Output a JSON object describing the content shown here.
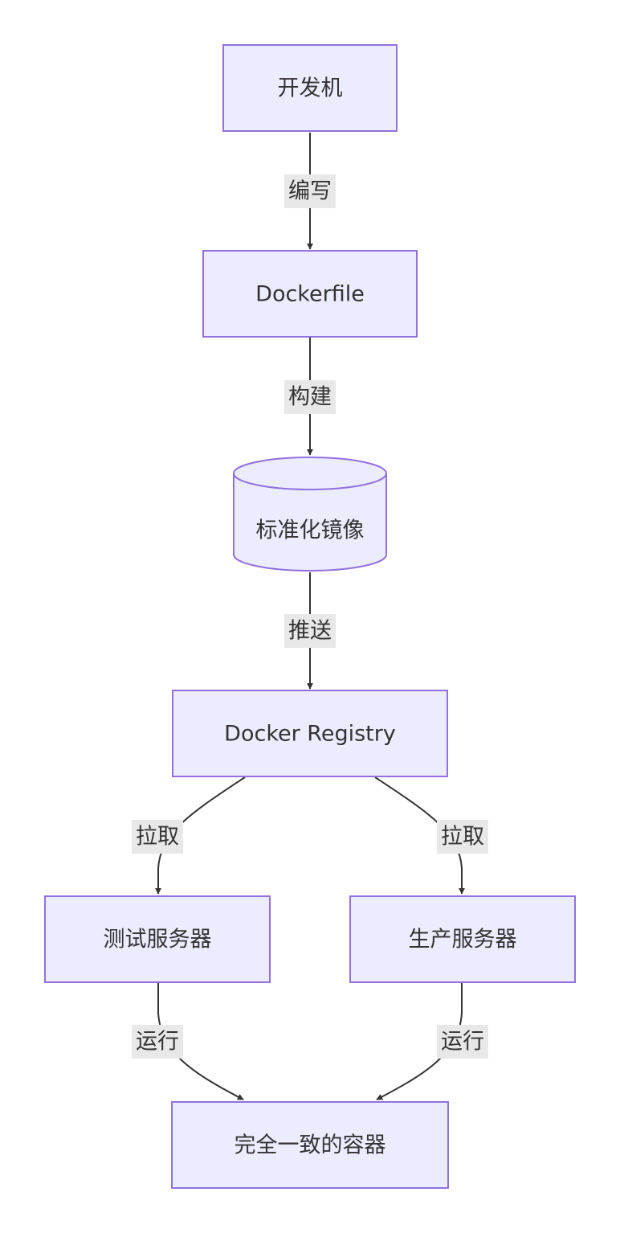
{
  "nodes": {
    "dev_machine": "开发机",
    "dockerfile": "Dockerfile",
    "standard_image": "标准化镜像",
    "docker_registry": "Docker Registry",
    "test_server": "测试服务器",
    "prod_server": "生产服务器",
    "consistent_container": "完全一致的容器"
  },
  "edges": {
    "write": "编写",
    "build": "构建",
    "push": "推送",
    "pull_test": "拉取",
    "pull_prod": "拉取",
    "run_test": "运行",
    "run_prod": "运行"
  },
  "colors": {
    "node_fill": "#ECECFF",
    "node_stroke": "#9370DB",
    "edge_stroke": "#333333",
    "label_bg": "#E8E8E8"
  }
}
